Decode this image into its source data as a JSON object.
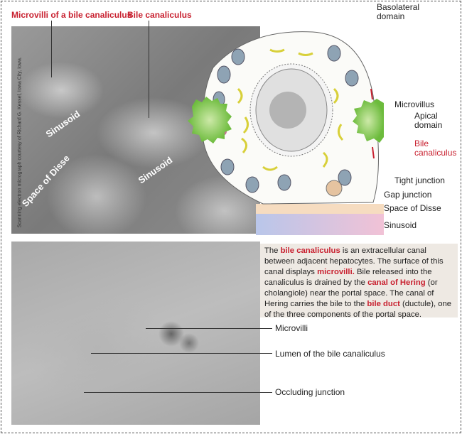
{
  "sem_panel": {
    "label_microvilli": "Microvilli of a bile canaliculus",
    "label_bile_canaliculus": "Bile canaliculus",
    "label_sinusoid_1": "Sinusoid",
    "label_sinusoid_2": "Sinusoid",
    "label_space_of_disse": "Space of Disse",
    "credit": "Scanning electron micrograph courtesy of Richard G. Kessel, Iowa City, Iowa."
  },
  "diagram": {
    "labels": {
      "basolateral": "Basolateral domain",
      "microvillus": "Microvillus",
      "apical": "Apical domain",
      "bile_canaliculus": "Bile canaliculus",
      "tight_junction": "Tight junction",
      "gap_junction": "Gap junction",
      "space_of_disse": "Space of Disse",
      "sinusoid": "Sinusoid"
    },
    "colors": {
      "canaliculus": "#7cc243",
      "mitochondria": "#8ea3b4",
      "er": "#d8d03a",
      "red": "#c8202f"
    }
  },
  "tem_panel": {
    "labels": {
      "microvilli": "Microvilli",
      "lumen": "Lumen of the bile canaliculus",
      "occluding": "Occluding junction"
    }
  },
  "description": {
    "p1": "The ",
    "t1": "bile canaliculus",
    "p2": " is an extracellular canal between adjacent hepatocytes. The surface of this canal displays ",
    "t2": "microvilli.",
    "p3": "  Bile released into the canaliculus is drained by the ",
    "t3": "canal of Hering",
    "p4": " (or cholangiole) near the portal space. The canal of Hering carries the bile to the ",
    "t4": "bile duct",
    "p5": " (ductule), one of the three components of the portal space."
  }
}
